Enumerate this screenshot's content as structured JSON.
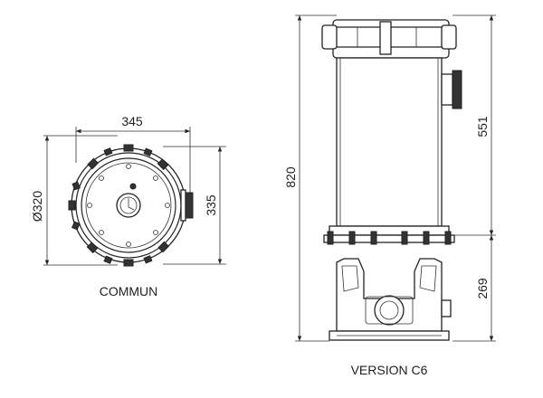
{
  "views": {
    "top": {
      "caption": "COMMUN",
      "width_label": "345",
      "height_label": "335",
      "diameter_label": "Ø320"
    },
    "side": {
      "caption": "VERSION C6",
      "total_height_label": "820",
      "upper_height_label": "551",
      "lower_height_label": "269"
    }
  },
  "colors": {
    "line": "#222222",
    "background": "#ffffff"
  }
}
